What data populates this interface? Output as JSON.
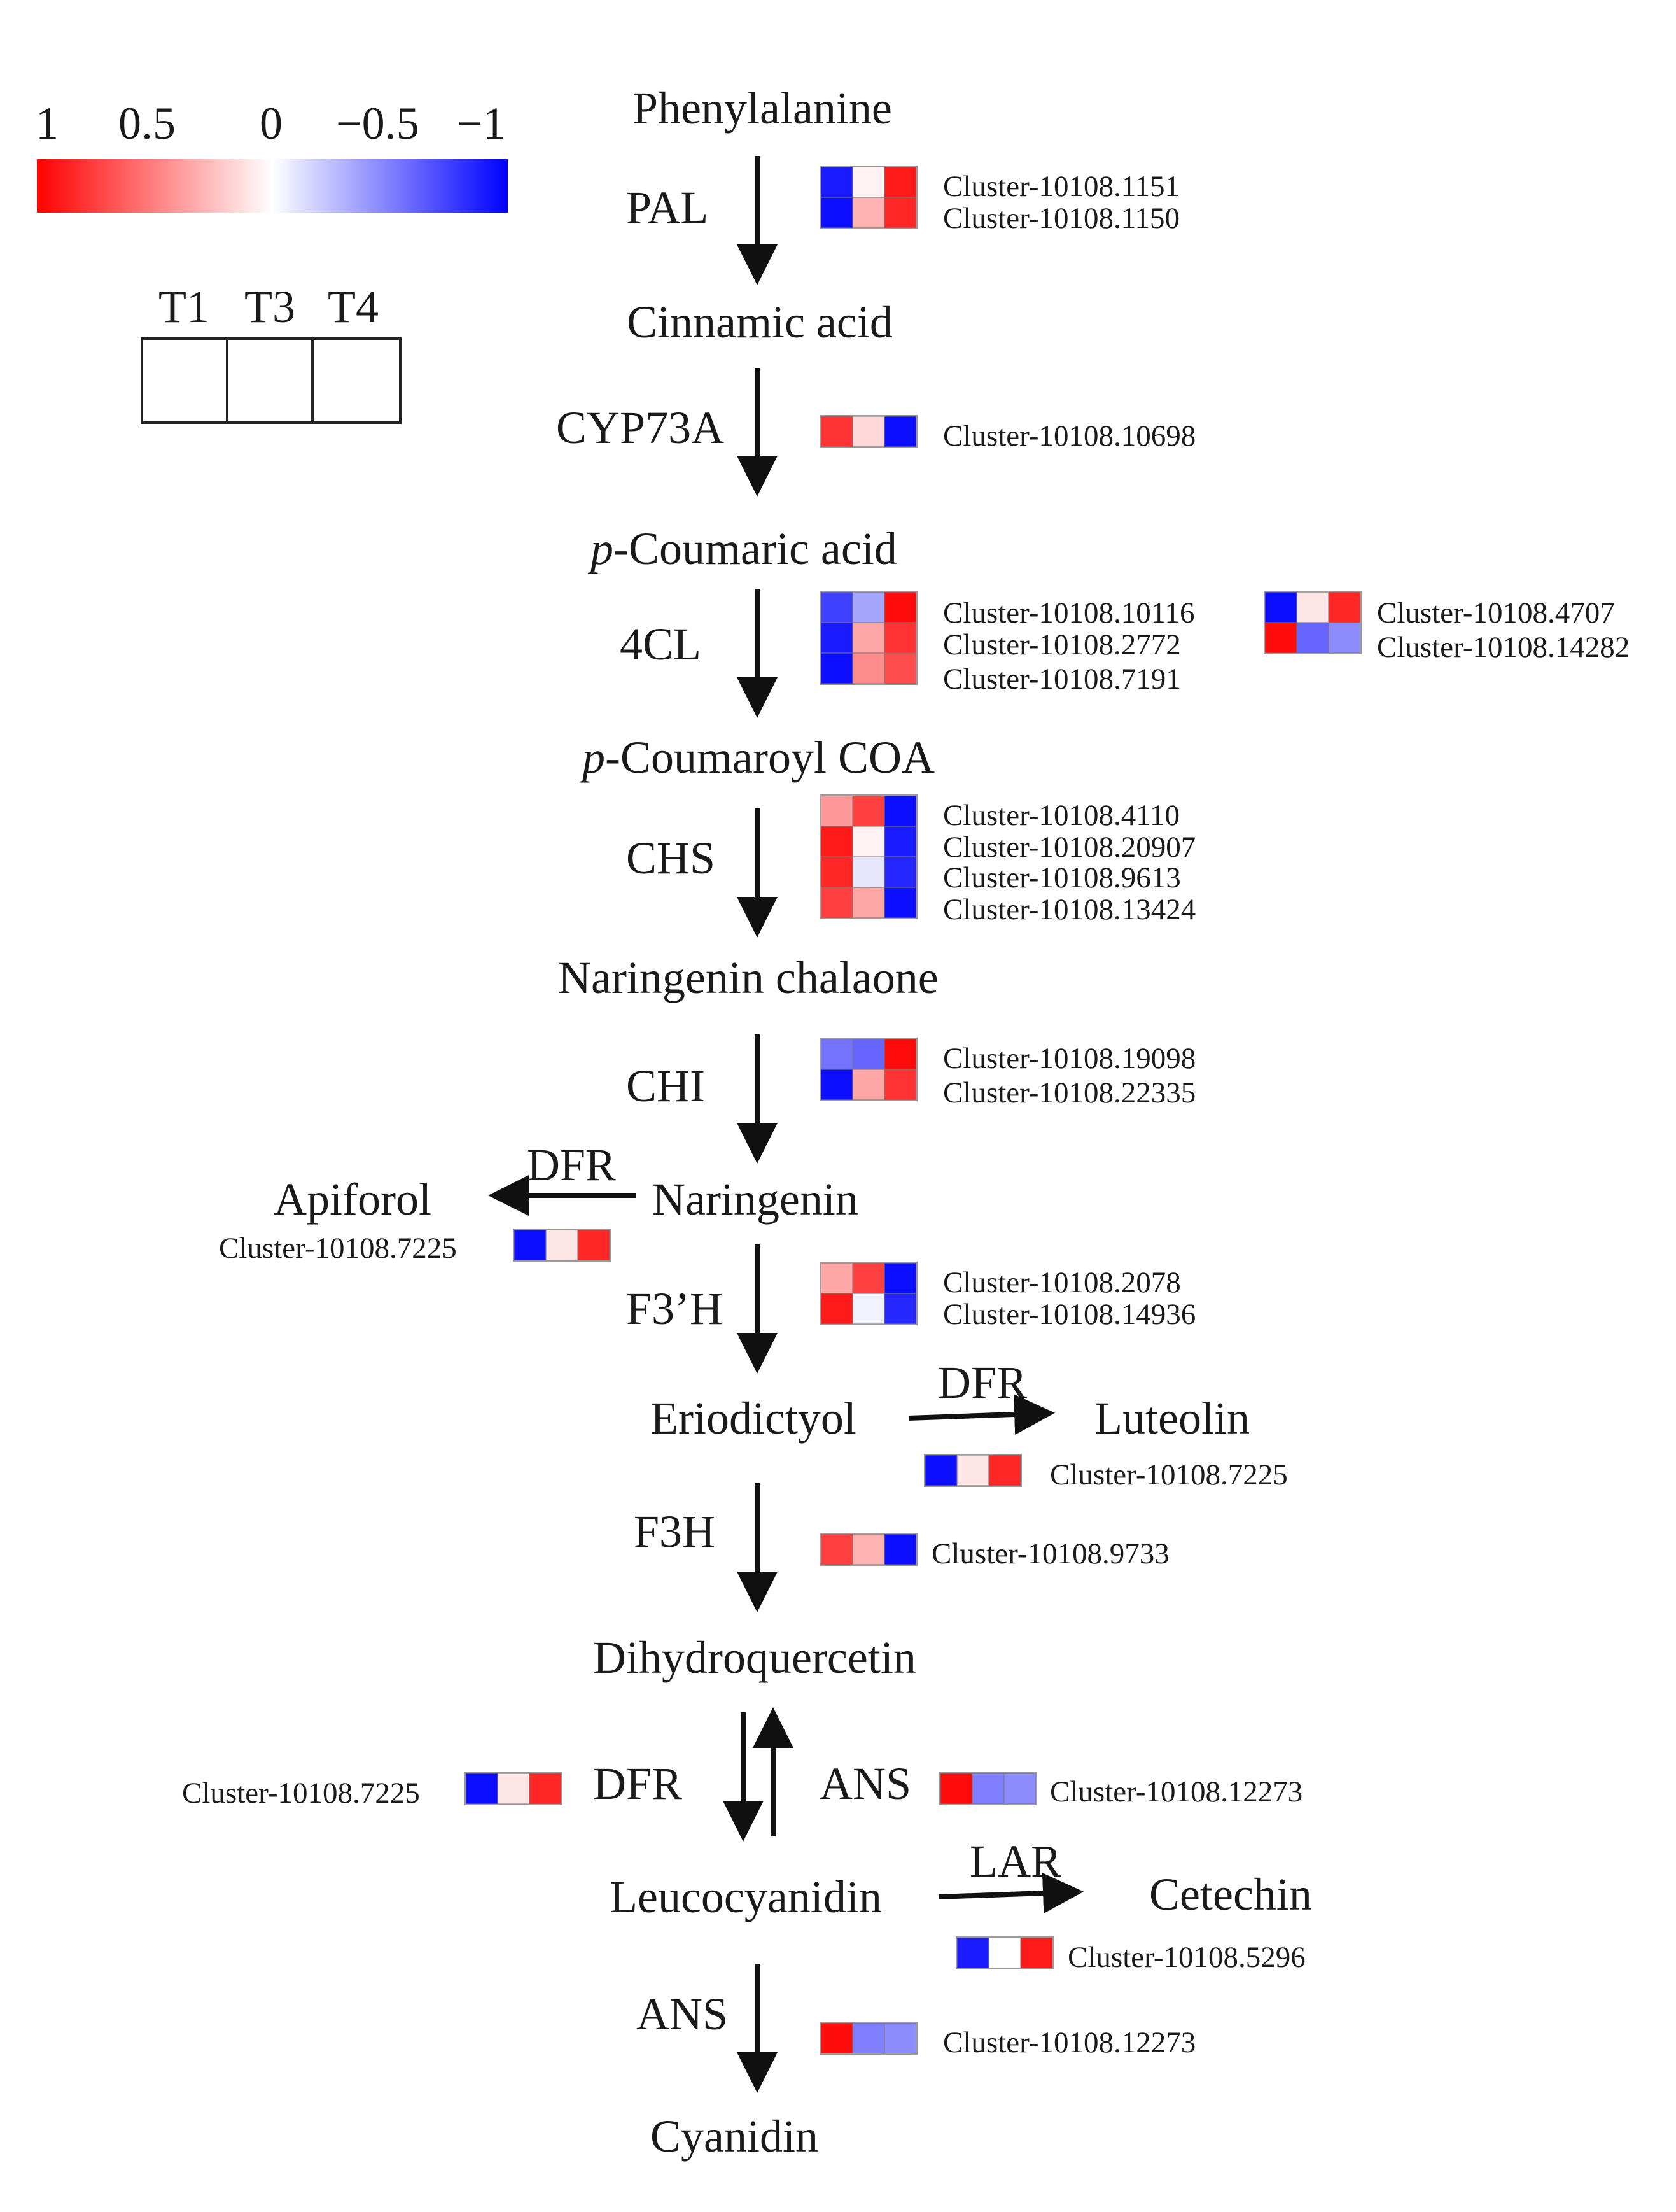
{
  "scale": {
    "labels": [
      "1",
      "0.5",
      "0",
      "−0.5",
      "−1"
    ],
    "colors": {
      "high": "#ff0000",
      "mid": "#ffffff",
      "low": "#0000ff"
    }
  },
  "legend_columns": [
    "T1",
    "T3",
    "T4"
  ],
  "metabolites": {
    "phenylalanine": "Phenylalanine",
    "cinnamic_acid": "Cinnamic acid",
    "p_coumaric_prefix": "p",
    "p_coumaric_rest": "-Coumaric acid",
    "p_coumaroyl_prefix": "p",
    "p_coumaroyl_rest": "-Coumaroyl COA",
    "naringenin_chalaone": "Naringenin chalaone",
    "naringenin": "Naringenin",
    "apiforol": "Apiforol",
    "eriodictyol": "Eriodictyol",
    "luteolin": "Luteolin",
    "dihydroquercetin": "Dihydroquercetin",
    "leucocyanidin": "Leucocyanidin",
    "cetechin": "Cetechin",
    "cyanidin": "Cyanidin"
  },
  "enzymes": {
    "pal": "PAL",
    "cyp73a": "CYP73A",
    "4cl": "4CL",
    "chs": "CHS",
    "chi": "CHI",
    "dfr_apiforol": "DFR",
    "f3h_prime": "F3’H",
    "dfr_luteolin": "DFR",
    "f3h": "F3H",
    "dfr_leuco": "DFR",
    "ans_reverse": "ANS",
    "lar": "LAR",
    "ans_cyanidin": "ANS"
  },
  "heatmaps": {
    "pal": {
      "genes": [
        "Cluster-10108.1151",
        "Cluster-10108.1150"
      ],
      "values": [
        [
          -0.9,
          0.05,
          0.9
        ],
        [
          -0.95,
          0.3,
          0.85
        ]
      ]
    },
    "cyp73a": {
      "genes": [
        "Cluster-10108.10698"
      ],
      "values": [
        [
          0.8,
          0.15,
          -0.95
        ]
      ]
    },
    "4cl_a": {
      "genes": [
        "Cluster-10108.10116",
        "Cluster-10108.2772",
        "Cluster-10108.7191"
      ],
      "values": [
        [
          -0.75,
          -0.35,
          0.95
        ],
        [
          -0.9,
          0.35,
          0.8
        ],
        [
          -0.95,
          0.45,
          0.7
        ]
      ]
    },
    "4cl_b": {
      "genes": [
        "Cluster-10108.4707",
        "Cluster-10108.14282"
      ],
      "values": [
        [
          -0.95,
          0.1,
          0.85
        ],
        [
          0.95,
          -0.6,
          -0.45
        ]
      ]
    },
    "chs": {
      "genes": [
        "Cluster-10108.4110",
        "Cluster-10108.20907",
        "Cluster-10108.9613",
        "Cluster-10108.13424"
      ],
      "values": [
        [
          0.4,
          0.75,
          -0.95
        ],
        [
          0.9,
          0.05,
          -0.9
        ],
        [
          0.85,
          -0.1,
          -0.85
        ],
        [
          0.75,
          0.35,
          -0.95
        ]
      ]
    },
    "chi": {
      "genes": [
        "Cluster-10108.19098",
        "Cluster-10108.22335"
      ],
      "values": [
        [
          -0.55,
          -0.6,
          0.95
        ],
        [
          -0.95,
          0.35,
          0.8
        ]
      ]
    },
    "dfr_apiforol": {
      "genes": [
        "Cluster-10108.7225"
      ],
      "values": [
        [
          -0.95,
          0.1,
          0.85
        ]
      ]
    },
    "f3h_prime": {
      "genes": [
        "Cluster-10108.2078",
        "Cluster-10108.14936"
      ],
      "values": [
        [
          0.35,
          0.75,
          -0.95
        ],
        [
          0.9,
          -0.05,
          -0.85
        ]
      ]
    },
    "dfr_luteolin": {
      "genes": [
        "Cluster-10108.7225"
      ],
      "values": [
        [
          -0.95,
          0.1,
          0.85
        ]
      ]
    },
    "f3h": {
      "genes": [
        "Cluster-10108.9733"
      ],
      "values": [
        [
          0.75,
          0.3,
          -0.95
        ]
      ]
    },
    "dfr_leuco": {
      "genes": [
        "Cluster-10108.7225"
      ],
      "values": [
        [
          -0.95,
          0.1,
          0.85
        ]
      ]
    },
    "ans_reverse": {
      "genes": [
        "Cluster-10108.12273"
      ],
      "values": [
        [
          0.95,
          -0.5,
          -0.45
        ]
      ]
    },
    "lar": {
      "genes": [
        "Cluster-10108.5296"
      ],
      "values": [
        [
          -0.9,
          0.0,
          0.9
        ]
      ]
    },
    "ans_cyanidin": {
      "genes": [
        "Cluster-10108.12273"
      ],
      "values": [
        [
          0.95,
          -0.5,
          -0.45
        ]
      ]
    }
  }
}
